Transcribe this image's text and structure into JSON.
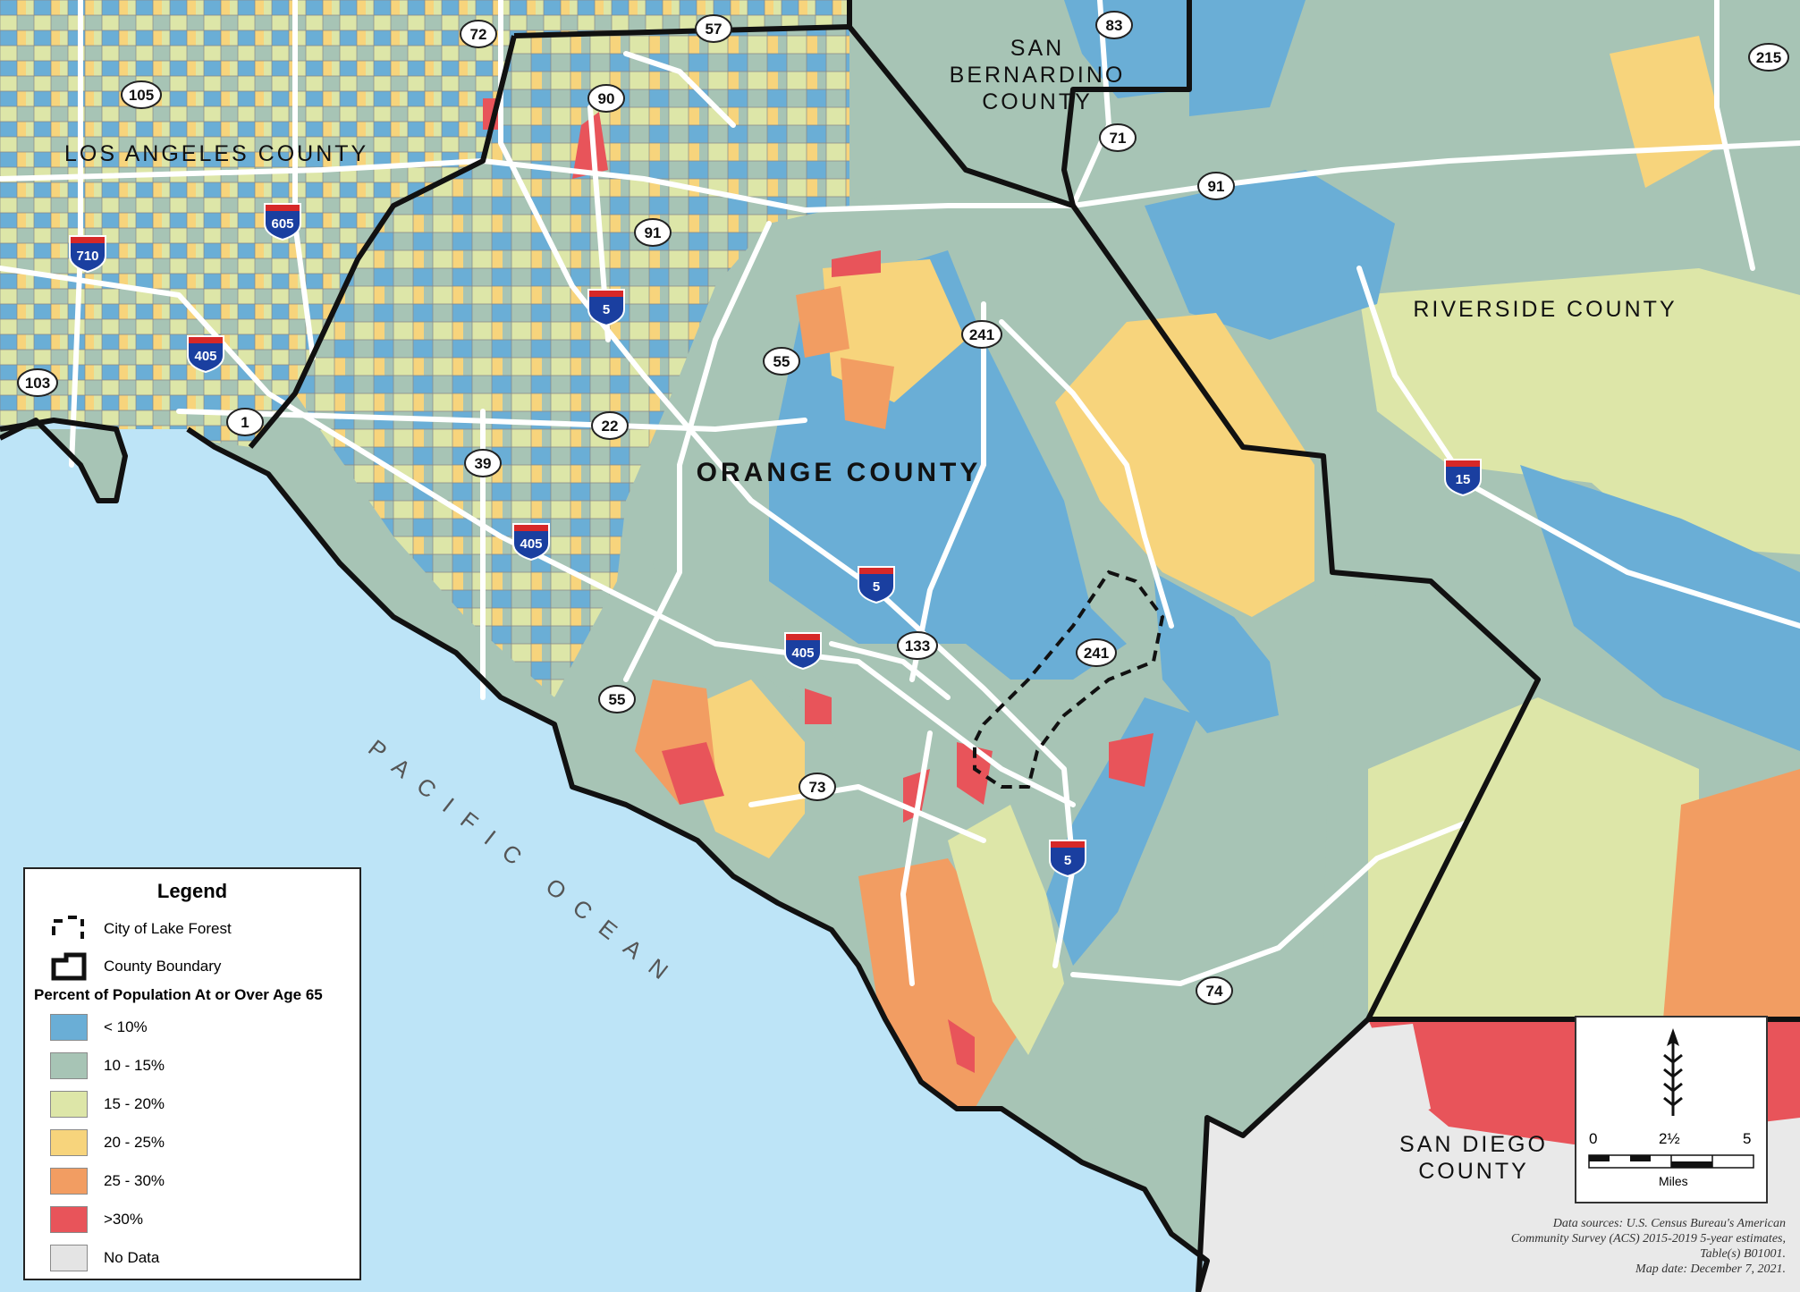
{
  "map": {
    "county_labels": {
      "la": "LOS ANGELES COUNTY",
      "sb_line1": "SAN",
      "sb_line2": "BERNARDINO",
      "sb_line3": "COUNTY",
      "riverside": "RIVERSIDE COUNTY",
      "orange": "ORANGE COUNTY",
      "sd_line1": "SAN DIEGO",
      "sd_line2": "COUNTY"
    },
    "ocean_label": "PACIFIC OCEAN",
    "route_shields": [
      {
        "num": "72",
        "kind": "state"
      },
      {
        "num": "57",
        "kind": "state"
      },
      {
        "num": "83",
        "kind": "state"
      },
      {
        "num": "215",
        "kind": "state"
      },
      {
        "num": "105",
        "kind": "state"
      },
      {
        "num": "90",
        "kind": "state"
      },
      {
        "num": "71",
        "kind": "state"
      },
      {
        "num": "91",
        "kind": "state"
      },
      {
        "num": "91",
        "kind": "state"
      },
      {
        "num": "103",
        "kind": "state"
      },
      {
        "num": "1",
        "kind": "state"
      },
      {
        "num": "22",
        "kind": "state"
      },
      {
        "num": "39",
        "kind": "state"
      },
      {
        "num": "55",
        "kind": "state"
      },
      {
        "num": "241",
        "kind": "state"
      },
      {
        "num": "133",
        "kind": "state"
      },
      {
        "num": "241",
        "kind": "state"
      },
      {
        "num": "55",
        "kind": "state"
      },
      {
        "num": "73",
        "kind": "state"
      },
      {
        "num": "74",
        "kind": "state"
      },
      {
        "num": "710",
        "kind": "interstate"
      },
      {
        "num": "605",
        "kind": "interstate"
      },
      {
        "num": "405",
        "kind": "interstate"
      },
      {
        "num": "5",
        "kind": "interstate"
      },
      {
        "num": "405",
        "kind": "interstate"
      },
      {
        "num": "5",
        "kind": "interstate"
      },
      {
        "num": "405",
        "kind": "interstate"
      },
      {
        "num": "15",
        "kind": "interstate"
      },
      {
        "num": "5",
        "kind": "interstate"
      }
    ]
  },
  "legend": {
    "title": "Legend",
    "symbols": [
      {
        "label": "City of Lake Forest",
        "icon": "dashed-boundary-icon"
      },
      {
        "label": "County Boundary",
        "icon": "solid-boundary-icon"
      }
    ],
    "classes_title": "Percent of Population At or Over Age 65",
    "classes": [
      {
        "label": "< 10%",
        "color": "#6aaed6"
      },
      {
        "label": "10 - 15%",
        "color": "#a7c4b5"
      },
      {
        "label": "15 - 20%",
        "color": "#dde6a8"
      },
      {
        "label": "20 - 25%",
        "color": "#f7d47c"
      },
      {
        "label": "25 - 30%",
        "color": "#f29d62"
      },
      {
        "label": ">30%",
        "color": "#e8545a"
      },
      {
        "label": "No Data",
        "color": "#e4e4e4"
      }
    ]
  },
  "scale_bar": {
    "labels": [
      "0",
      "2½",
      "5"
    ],
    "unit": "Miles",
    "north_arrow_icon": "north-arrow-icon"
  },
  "credits": {
    "line1": "Data sources: U.S. Census Bureau's American",
    "line2": "Community Survey (ACS) 2015-2019 5-year estimates,",
    "line3": "Table(s) B01001.",
    "line4": "Map date: December 7, 2021."
  },
  "colors": {
    "ocean": "#bde4f7",
    "sd_grey": "#e9e9e9",
    "boundary": "#111111",
    "road": "#ffffff"
  }
}
